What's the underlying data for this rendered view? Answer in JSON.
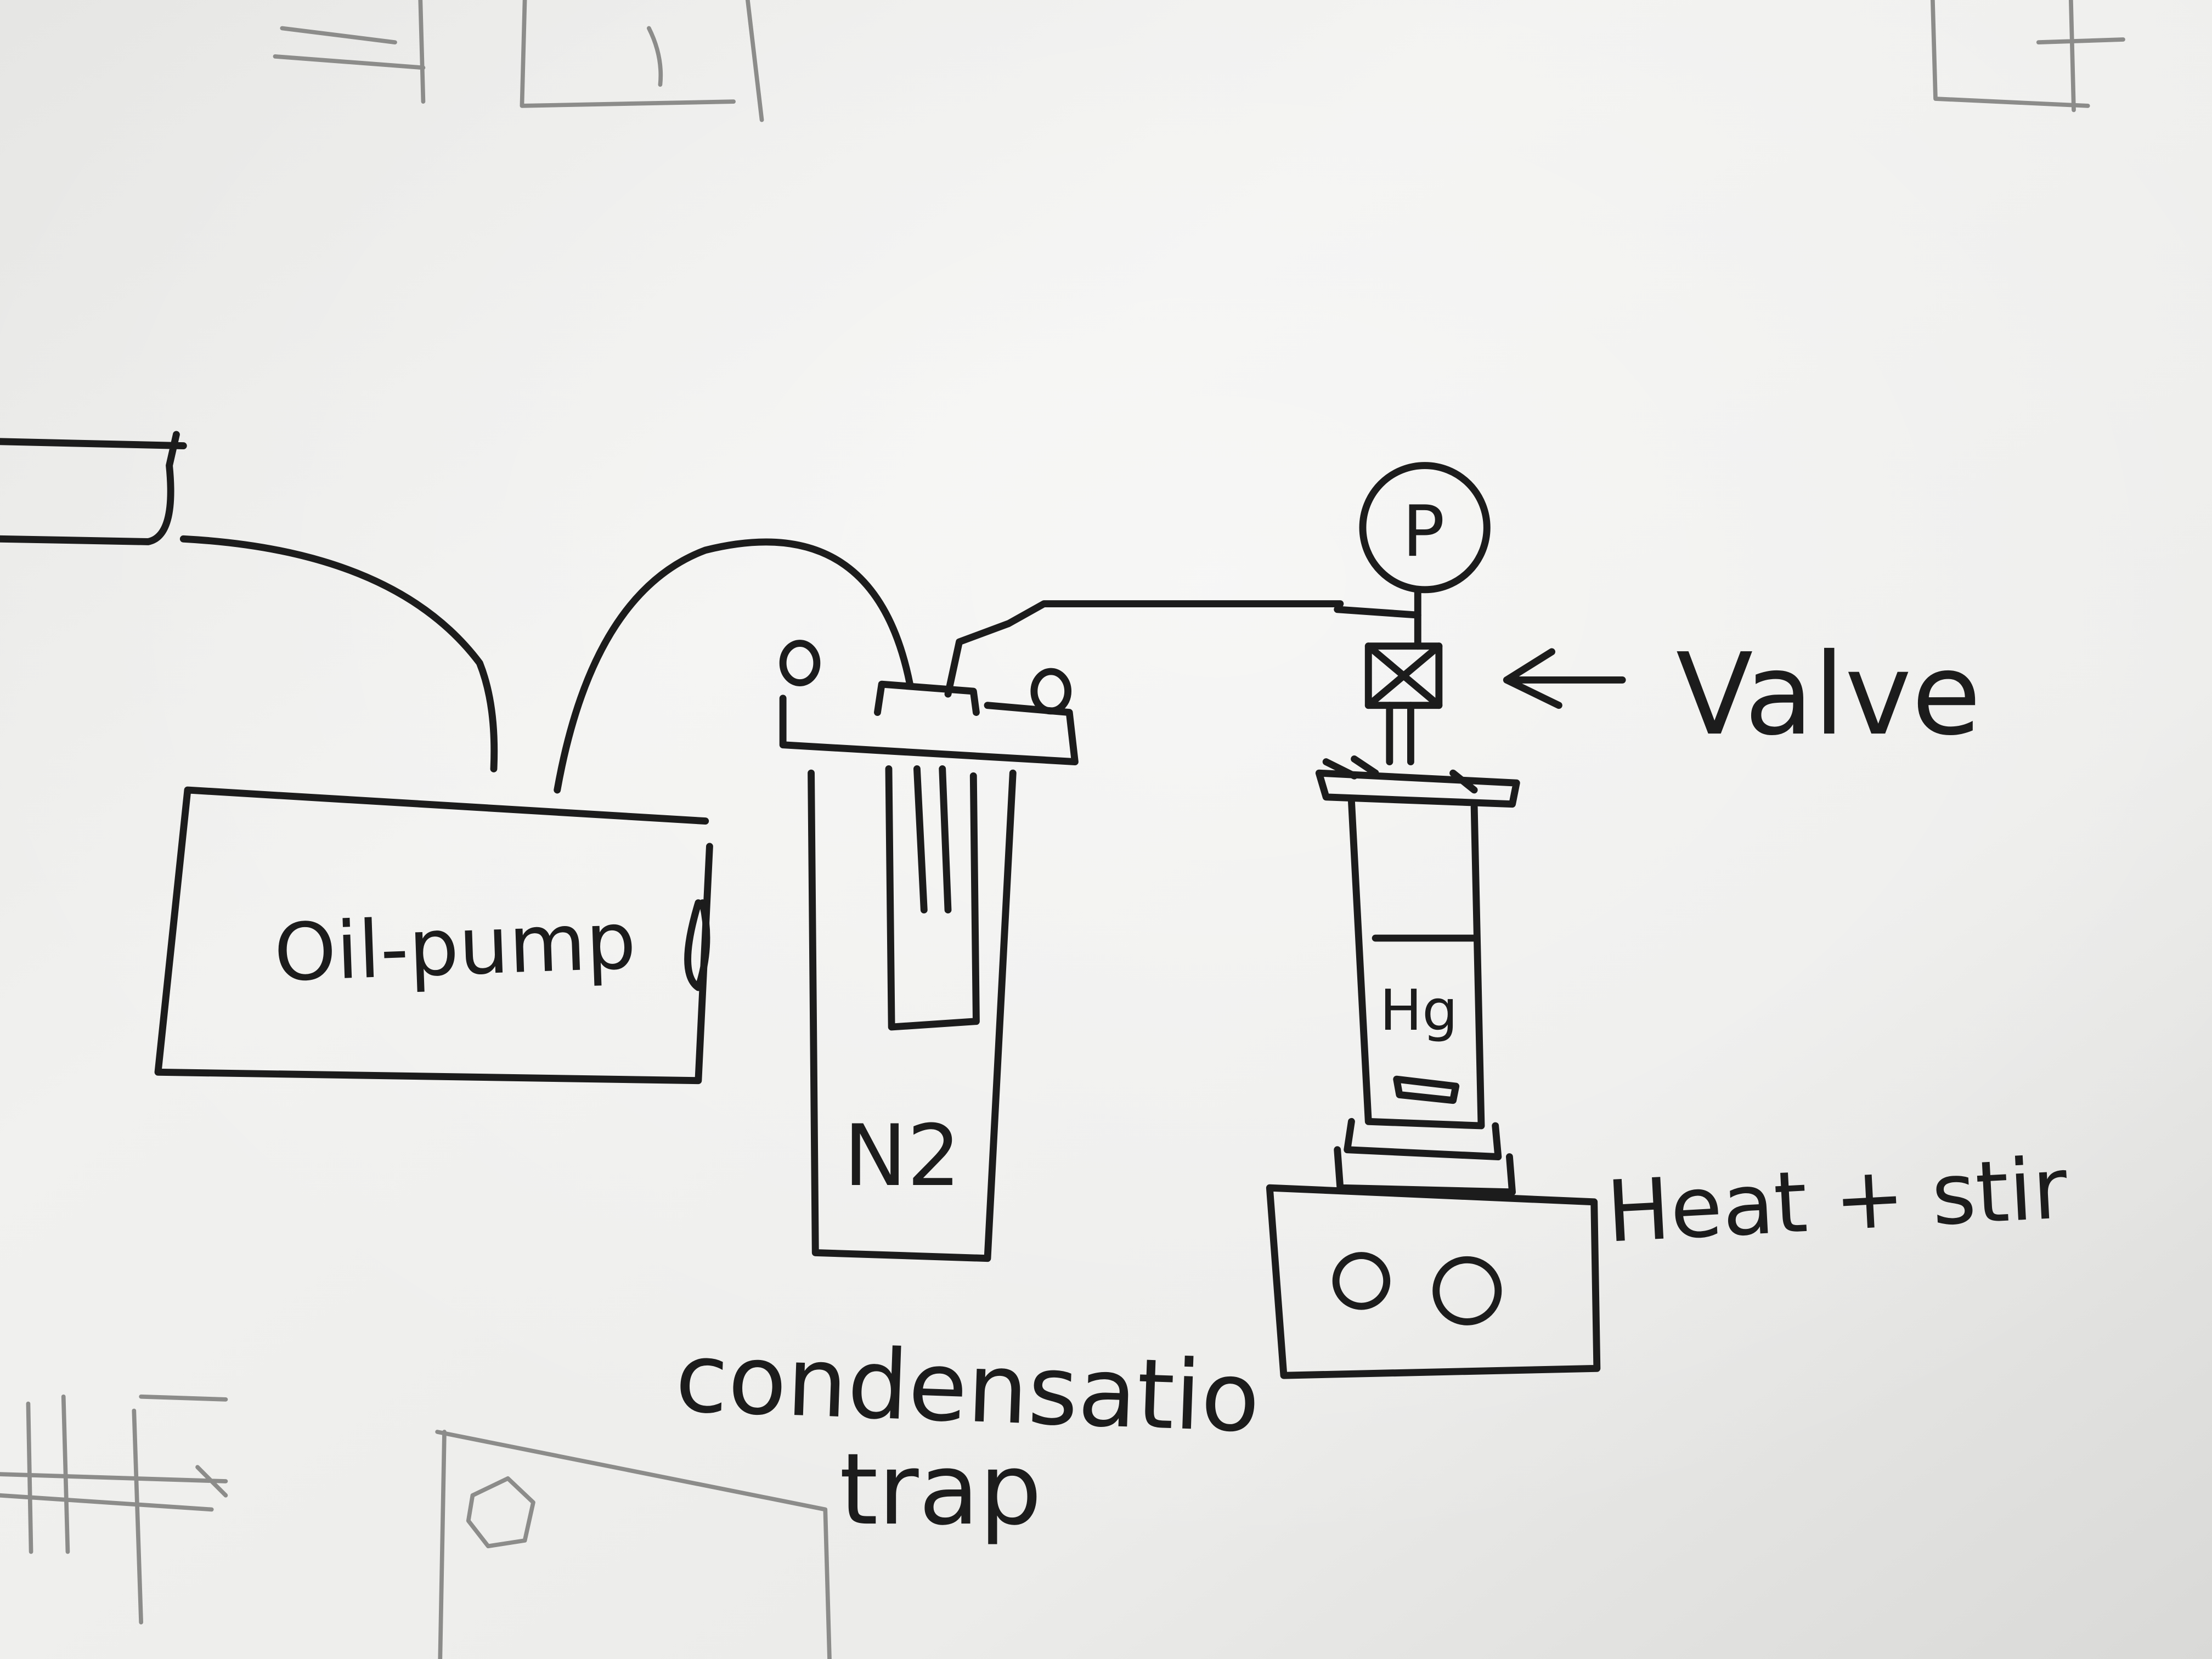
{
  "colors": {
    "board_light": "#f2f2f0",
    "board_mid": "#e3e3e1",
    "board_dark": "#cfcfcd",
    "ink": "#1c1c1c",
    "ghost_ink": "#8c8c8a"
  },
  "labels": {
    "oil_pump": "Oil-pump",
    "n2": "N2",
    "pressure_gauge": "P",
    "valve": "Valve",
    "arrow": "←",
    "hg": "Hg",
    "heat_stir": "Heat + stir",
    "condensation": "condensatio",
    "trap": "trap"
  },
  "icons": [
    "arrow-left-icon",
    "pressure-gauge-icon",
    "valve-icon",
    "stir-knob-icon"
  ]
}
